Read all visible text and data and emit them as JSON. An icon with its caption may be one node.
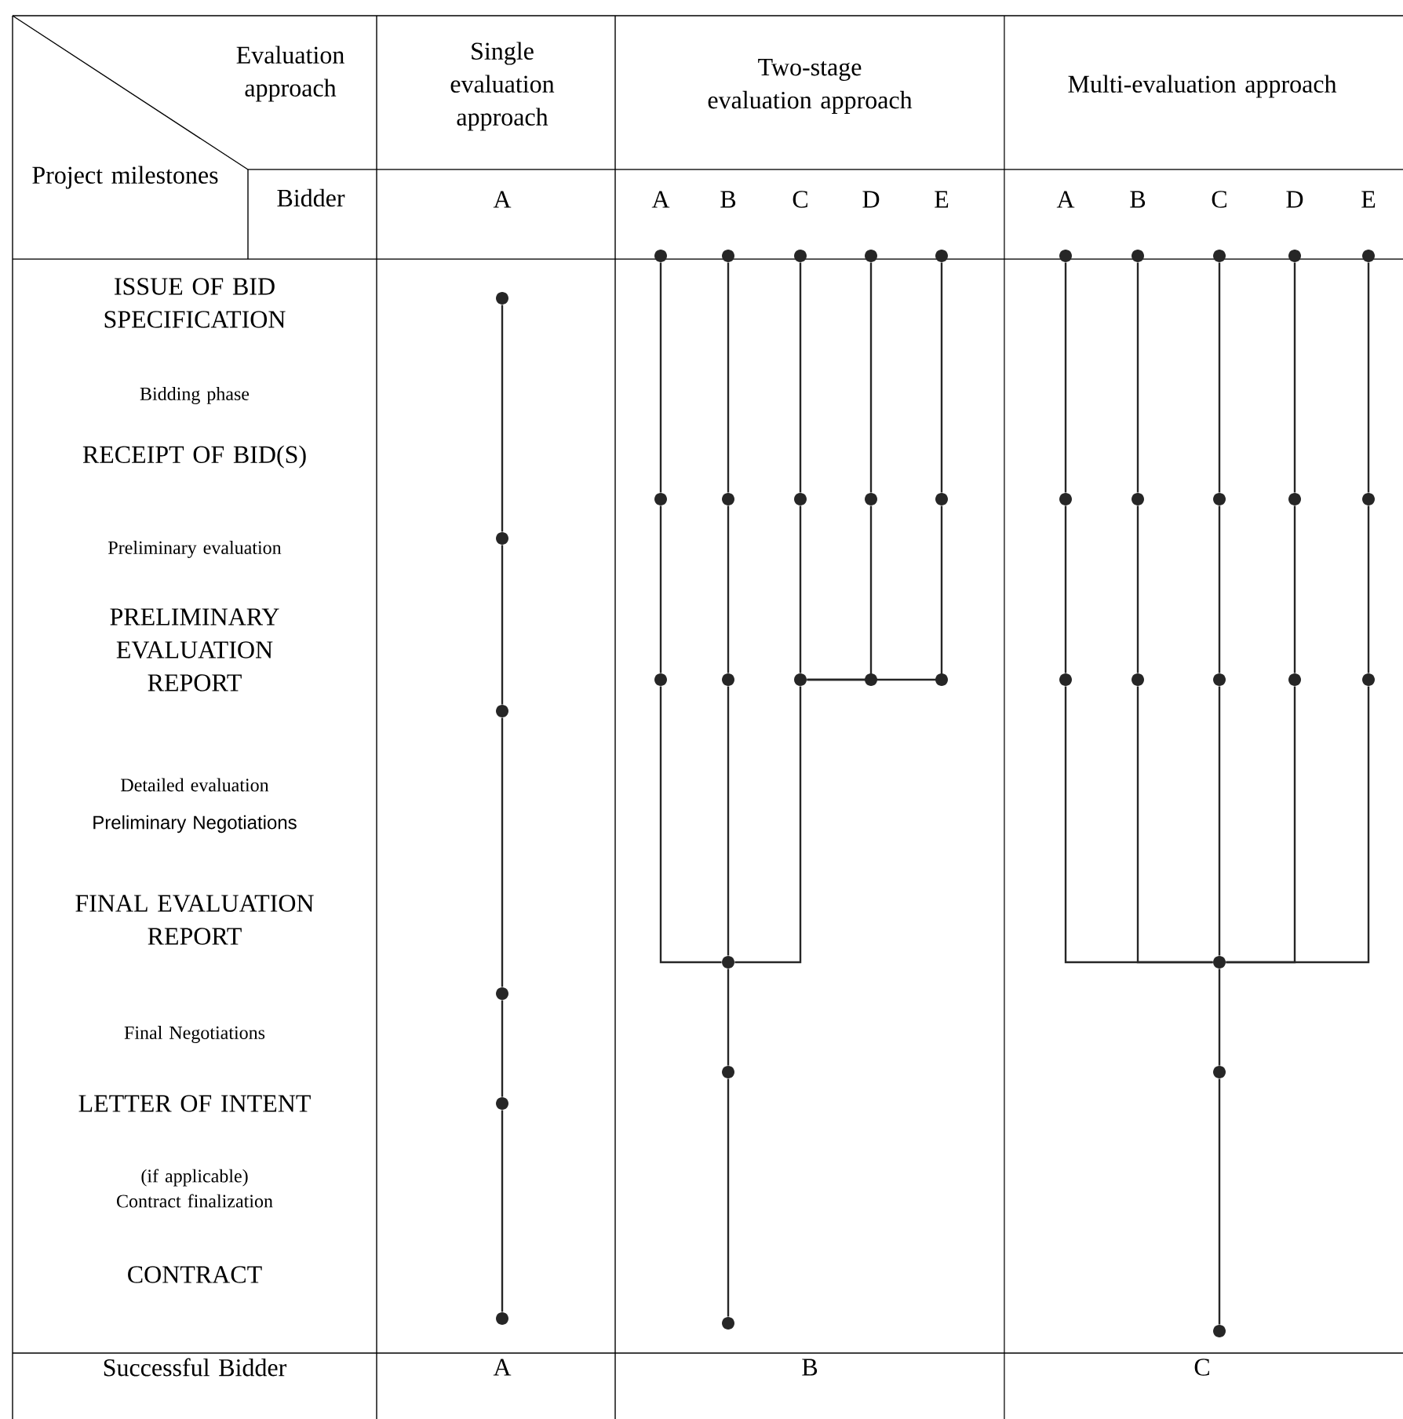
{
  "diagram": {
    "nodes": [
      {
        "text": [],
        "shape": "circle"
      },
      {
        "text": [],
        "shape": "circle"
      },
      {
        "text": [],
        "shape": "circle"
      },
      {
        "text": [],
        "shape": "circle"
      },
      {
        "text": [],
        "shape": "circle"
      },
      {
        "text": [],
        "shape": "circle"
      },
      {
        "text": [],
        "shape": "circle"
      },
      {
        "text": [],
        "shape": "circle"
      },
      {
        "text": [],
        "shape": "circle"
      },
      {
        "text": [],
        "shape": "circle"
      },
      {
        "text": [],
        "shape": "circle"
      },
      {
        "text": [],
        "shape": "circle"
      },
      {
        "text": [],
        "shape": "circle"
      },
      {
        "text": [],
        "shape": "circle"
      },
      {
        "text": [],
        "shape": "circle"
      },
      {
        "text": [],
        "shape": "circle"
      },
      {
        "text": [],
        "shape": "circle"
      },
      {
        "text": [],
        "shape": "circle"
      },
      {
        "text": [],
        "shape": "circle"
      },
      {
        "text": [],
        "shape": "circle"
      },
      {
        "text": [],
        "shape": "circle"
      },
      {
        "text": [],
        "shape": "circle"
      },
      {
        "text": [],
        "shape": "circle"
      },
      {
        "text": [],
        "shape": "circle"
      },
      {
        "text": [],
        "shape": "circle"
      },
      {
        "text": [],
        "shape": "circle"
      },
      {
        "text": [],
        "shape": "circle"
      },
      {
        "text": [],
        "shape": "circle"
      },
      {
        "text": [],
        "shape": "circle"
      },
      {
        "text": [],
        "shape": "circle"
      },
      {
        "text": [],
        "shape": "circle"
      },
      {
        "text": [],
        "shape": "circle"
      },
      {
        "text": [],
        "shape": "circle"
      },
      {
        "text": [],
        "shape": "circle"
      },
      {
        "text": [],
        "shape": "circle"
      },
      {
        "text": [],
        "shape": "circle"
      },
      {
        "text": [],
        "shape": "circle"
      },
      {
        "text": [],
        "shape": "circle"
      },
      {
        "text": [],
        "shape": "circle"
      },
      {
        "text": [],
        "shape": "circle"
      },
      {
        "text": [],
        "shape": "circle"
      },
      {
        "text": [],
        "shape": "circle"
      }
    ],
    "edges": [
      {
        "from": 0,
        "to": 1,
        "arrow": "none"
      },
      {
        "from": 1,
        "to": 2,
        "arrow": "none"
      },
      {
        "from": 2,
        "to": 3,
        "arrow": "none"
      },
      {
        "from": 3,
        "to": 4,
        "arrow": "none"
      },
      {
        "from": 4,
        "to": 5,
        "arrow": "none"
      },
      {
        "from": 6,
        "to": 11,
        "arrow": "none"
      },
      {
        "from": 7,
        "to": 12,
        "arrow": "none"
      },
      {
        "from": 8,
        "to": 13,
        "arrow": "none"
      },
      {
        "from": 9,
        "to": 14,
        "arrow": "none"
      },
      {
        "from": 10,
        "to": 15,
        "arrow": "none"
      },
      {
        "from": 11,
        "to": 16,
        "arrow": "none"
      },
      {
        "from": 12,
        "to": 17,
        "arrow": "none"
      },
      {
        "from": 13,
        "to": 18,
        "arrow": "none"
      },
      {
        "from": 14,
        "to": 18,
        "arrow": "none"
      },
      {
        "from": 15,
        "to": 18,
        "arrow": "none"
      },
      {
        "from": 16,
        "to": 21,
        "arrow": "none"
      },
      {
        "from": 17,
        "to": 21,
        "arrow": "none"
      },
      {
        "from": 18,
        "to": 21,
        "arrow": "none"
      },
      {
        "from": 21,
        "to": 22,
        "arrow": "none"
      },
      {
        "from": 22,
        "to": 23,
        "arrow": "none"
      },
      {
        "from": 24,
        "to": 29,
        "arrow": "none"
      },
      {
        "from": 25,
        "to": 30,
        "arrow": "none"
      },
      {
        "from": 26,
        "to": 31,
        "arrow": "none"
      },
      {
        "from": 27,
        "to": 32,
        "arrow": "none"
      },
      {
        "from": 28,
        "to": 33,
        "arrow": "none"
      },
      {
        "from": 29,
        "to": 34,
        "arrow": "none"
      },
      {
        "from": 30,
        "to": 35,
        "arrow": "none"
      },
      {
        "from": 31,
        "to": 36,
        "arrow": "none"
      },
      {
        "from": 32,
        "to": 37,
        "arrow": "none"
      },
      {
        "from": 33,
        "to": 38,
        "arrow": "none"
      },
      {
        "from": 34,
        "to": 39,
        "arrow": "none"
      },
      {
        "from": 35,
        "to": 39,
        "arrow": "none"
      },
      {
        "from": 36,
        "to": 39,
        "arrow": "none"
      },
      {
        "from": 37,
        "to": 39,
        "arrow": "none"
      },
      {
        "from": 38,
        "to": 39,
        "arrow": "none"
      },
      {
        "from": 39,
        "to": 40,
        "arrow": "none"
      },
      {
        "from": 40,
        "to": 41,
        "arrow": "none"
      }
    ],
    "labels": [
      "Evaluation approach",
      "Single evaluation approach",
      "Two-stage evaluation approach",
      "Multi-evaluation approach",
      "Project milestones",
      "Bidder",
      "A",
      "A",
      "B",
      "C",
      "D",
      "E",
      "A",
      "B",
      "C",
      "D",
      "E",
      "ISSUE OF BID SPECIFICATION",
      "Bidding phase",
      "RECEIPT OF BID(S)",
      "Preliminary evaluation",
      "PRELIMINARY EVALUATION REPORT",
      "Detailed evaluation",
      "Preliminary Negotiations",
      "FINAL EVALUATION REPORT",
      "Final Negotiations",
      "LETTER OF INTENT",
      "(if applicable) Contract finalization",
      "CONTRACT",
      "Successful Bidder",
      "A",
      "B",
      "C"
    ]
  }
}
